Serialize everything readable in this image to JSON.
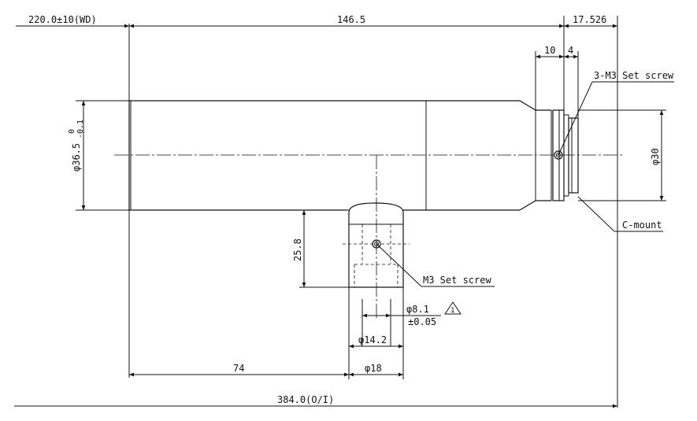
{
  "dimensions": {
    "wd": "220.0±10(WD)",
    "body_length": "146.5",
    "flange_length": "17.526",
    "dim_10": "10",
    "dim_4": "4",
    "diameter_body": "φ36.5",
    "tol_upper": "0",
    "tol_lower": "-0.1",
    "diameter_30": "φ30",
    "port_height": "25.8",
    "fiber_bore": "φ8.1",
    "fiber_tol": "±0.05",
    "tolerance_mark": "1",
    "port_inner": "φ14.2",
    "port_outer": "φ18",
    "port_offset": "74",
    "total_oi": "384.0(O/I)"
  },
  "callouts": {
    "set_screw_3": "3-M3 Set screw",
    "set_screw_m3": "M3 Set screw",
    "c_mount": "C-mount"
  }
}
